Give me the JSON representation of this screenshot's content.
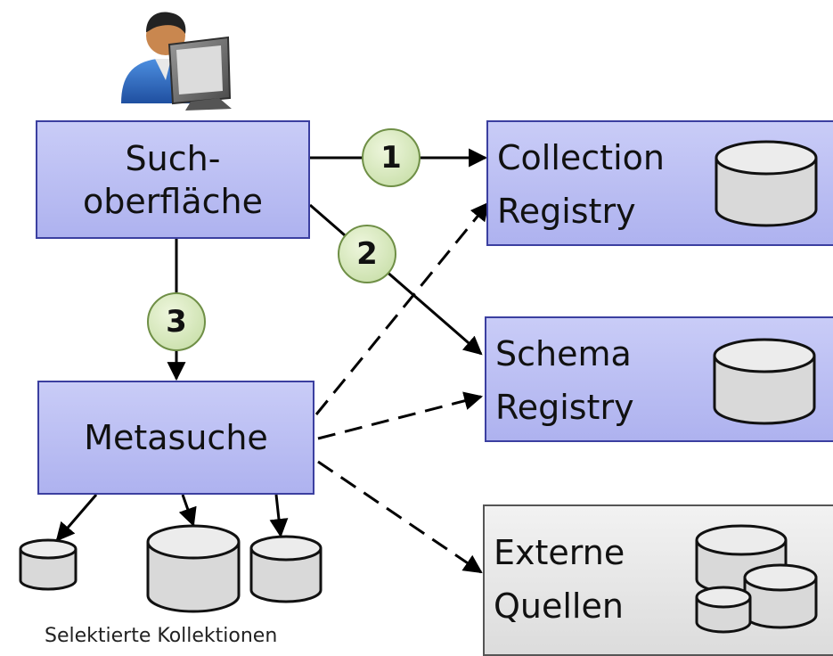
{
  "boxes": {
    "suchoberflaeche": {
      "line1": "Such-",
      "line2": "oberfläche"
    },
    "metasuche": {
      "label": "Metasuche"
    },
    "collection_registry": {
      "line1": "Collection",
      "line2": "Registry"
    },
    "schema_registry": {
      "line1": "Schema",
      "line2": "Registry"
    },
    "externe_quellen": {
      "line1": "Externe",
      "line2": "Quellen"
    }
  },
  "steps": [
    "1",
    "2",
    "3"
  ],
  "caption": "Selektierte Kollektionen",
  "colors": {
    "blue_fill": "#b6b9f2",
    "blue_border": "#3b3fa0",
    "gray_fill": "#e6e6e6",
    "badge_fill": "#d7e8bf",
    "badge_border": "#6f8f46",
    "database_fill": "#d9d9d9"
  },
  "icons": [
    "user-at-computer-icon",
    "database-icon"
  ]
}
